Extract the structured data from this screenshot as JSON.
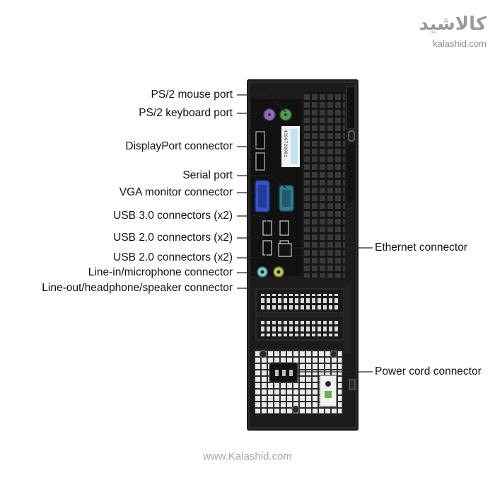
{
  "watermark": {
    "brand_persian": "کالاشید",
    "brand_latin": "kalashid.com",
    "footer_url": "www.Kalashid.com"
  },
  "labels": {
    "ps2_mouse": "PS/2 mouse port",
    "ps2_keyboard": "PS/2 keyboard port",
    "displayport": "DisplayPort connector",
    "serial": "Serial port",
    "vga": "VGA monitor connector",
    "usb30": "USB 3.0 connectors (x2)",
    "usb20_a": "USB 2.0 connectors (x2)",
    "usb20_b": "USB 2.0 connectors (x2)",
    "line_in": "Line-in/microphone connector",
    "line_out": "Line-out/headphone/speaker connector",
    "ethernet": "Ethernet connector",
    "power": "Power cord connector"
  },
  "sticker": {
    "code": "4396720001"
  },
  "colors": {
    "case": "#1b1b1b",
    "ps2_mouse": "#4f9d4f",
    "ps2_keyboard": "#8d6cb8",
    "vga": "#3355c9",
    "serial": "#2f7f95",
    "line_in": "#7fc6de",
    "line_out": "#c4cc3e"
  }
}
